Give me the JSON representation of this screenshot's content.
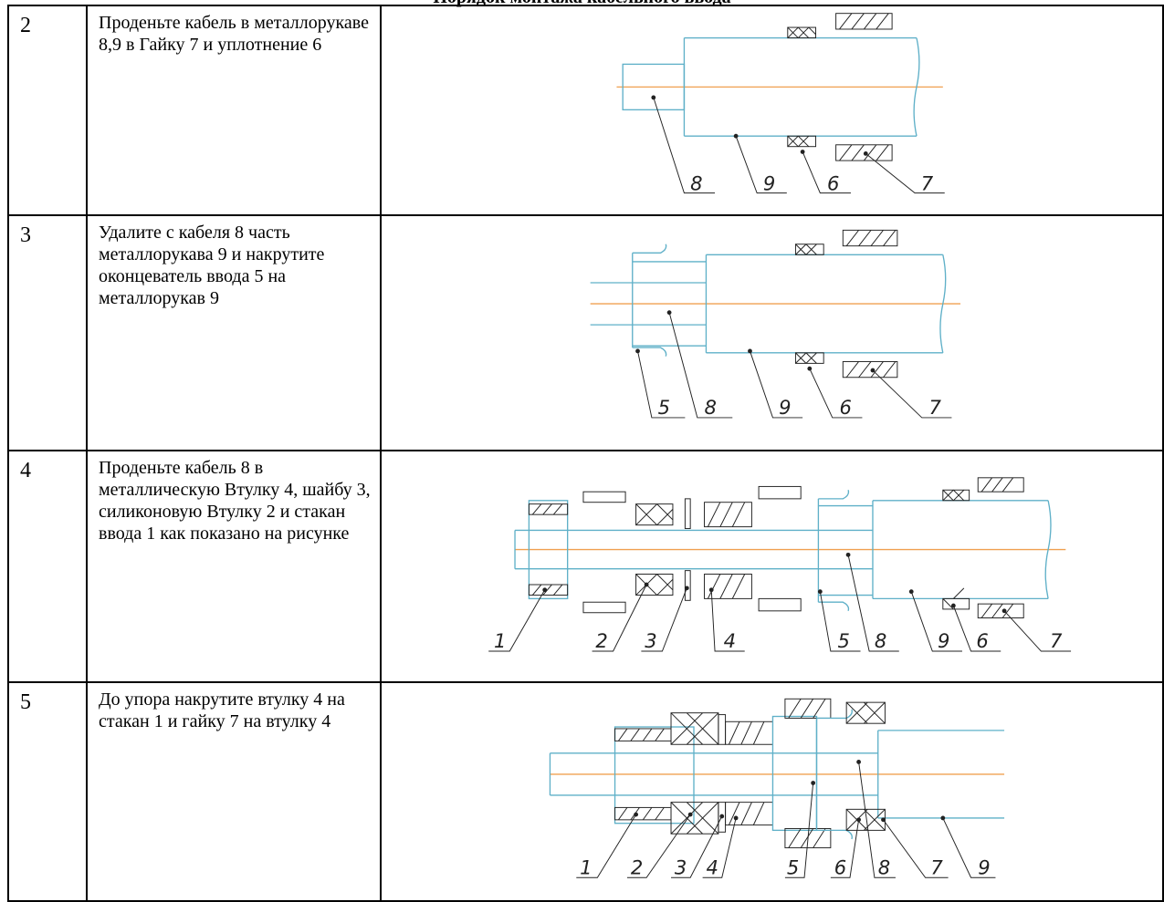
{
  "section_title": "Порядок монтажа кабельного ввода",
  "steps": [
    {
      "num": "2",
      "text": "Проденьте кабель в металлорукаве 8,9 в Гайку 7 и уплотнение 6",
      "callouts": [
        "8",
        "9",
        "6",
        "7"
      ]
    },
    {
      "num": "3",
      "text": "Удалите с кабеля 8 часть металлорукава 9 и накрутите оконцеватель ввода 5 на металлорукав 9",
      "callouts": [
        "5",
        "8",
        "9",
        "6",
        "7"
      ]
    },
    {
      "num": "4",
      "text": "Проденьте кабель 8 в металлическую Втулку 4, шайбу 3, силиконовую Втулку 2 и стакан ввода 1 как показано на рисунке",
      "callouts": [
        "1",
        "2",
        "3",
        "4",
        "5",
        "8",
        "9",
        "6",
        "7"
      ]
    },
    {
      "num": "5",
      "text": "До упора накрутите втулку 4 на стакан 1 и гайку 7 на втулку 4",
      "callouts": [
        "1",
        "2",
        "3",
        "4",
        "5",
        "6",
        "8",
        "7",
        "9"
      ]
    }
  ],
  "colors": {
    "outline": "#5fb0c8",
    "axis": "#f0a050",
    "leader": "#222222"
  }
}
